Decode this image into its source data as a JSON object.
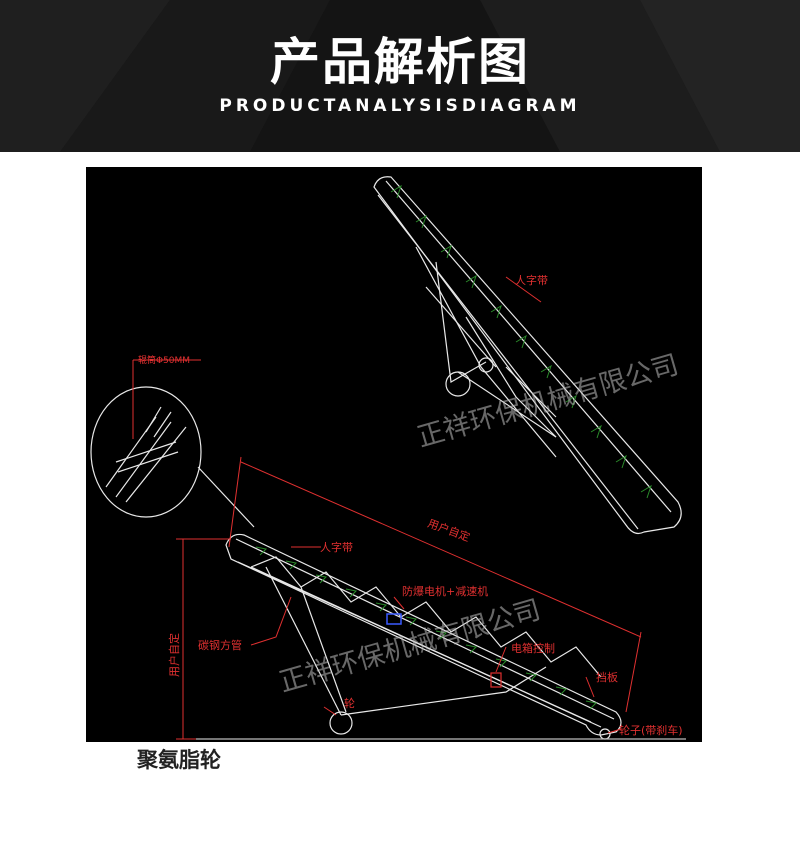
{
  "header": {
    "title": "产品解析图",
    "subtitle": "PRODUCTANALYSISDIAGRAM"
  },
  "drawing": {
    "labels": {
      "belt_upper": "人字带",
      "belt_lower": "人字带",
      "tube_spec": "辊筒Φ50MM",
      "length_custom": "用户自定",
      "height_custom": "用户自定",
      "steel_tube": "碳钢方管",
      "motor": "防爆电机+减速机",
      "electric_control": "电箱控制",
      "baffle": "挡板",
      "wheel": "轮",
      "wheel_brake": "轮子(带刹车)"
    },
    "watermarks": {
      "upper": "正祥环保机械有限公司",
      "lower": "正祥环保机械有限公司"
    }
  },
  "caption": "聚氨脂轮",
  "colors": {
    "banner_bg": "#161616",
    "cad_background": "#000000",
    "cad_lines": "#e8e8e8",
    "cad_labels": "#e03030",
    "belt_pattern": "#2a8a2a"
  }
}
